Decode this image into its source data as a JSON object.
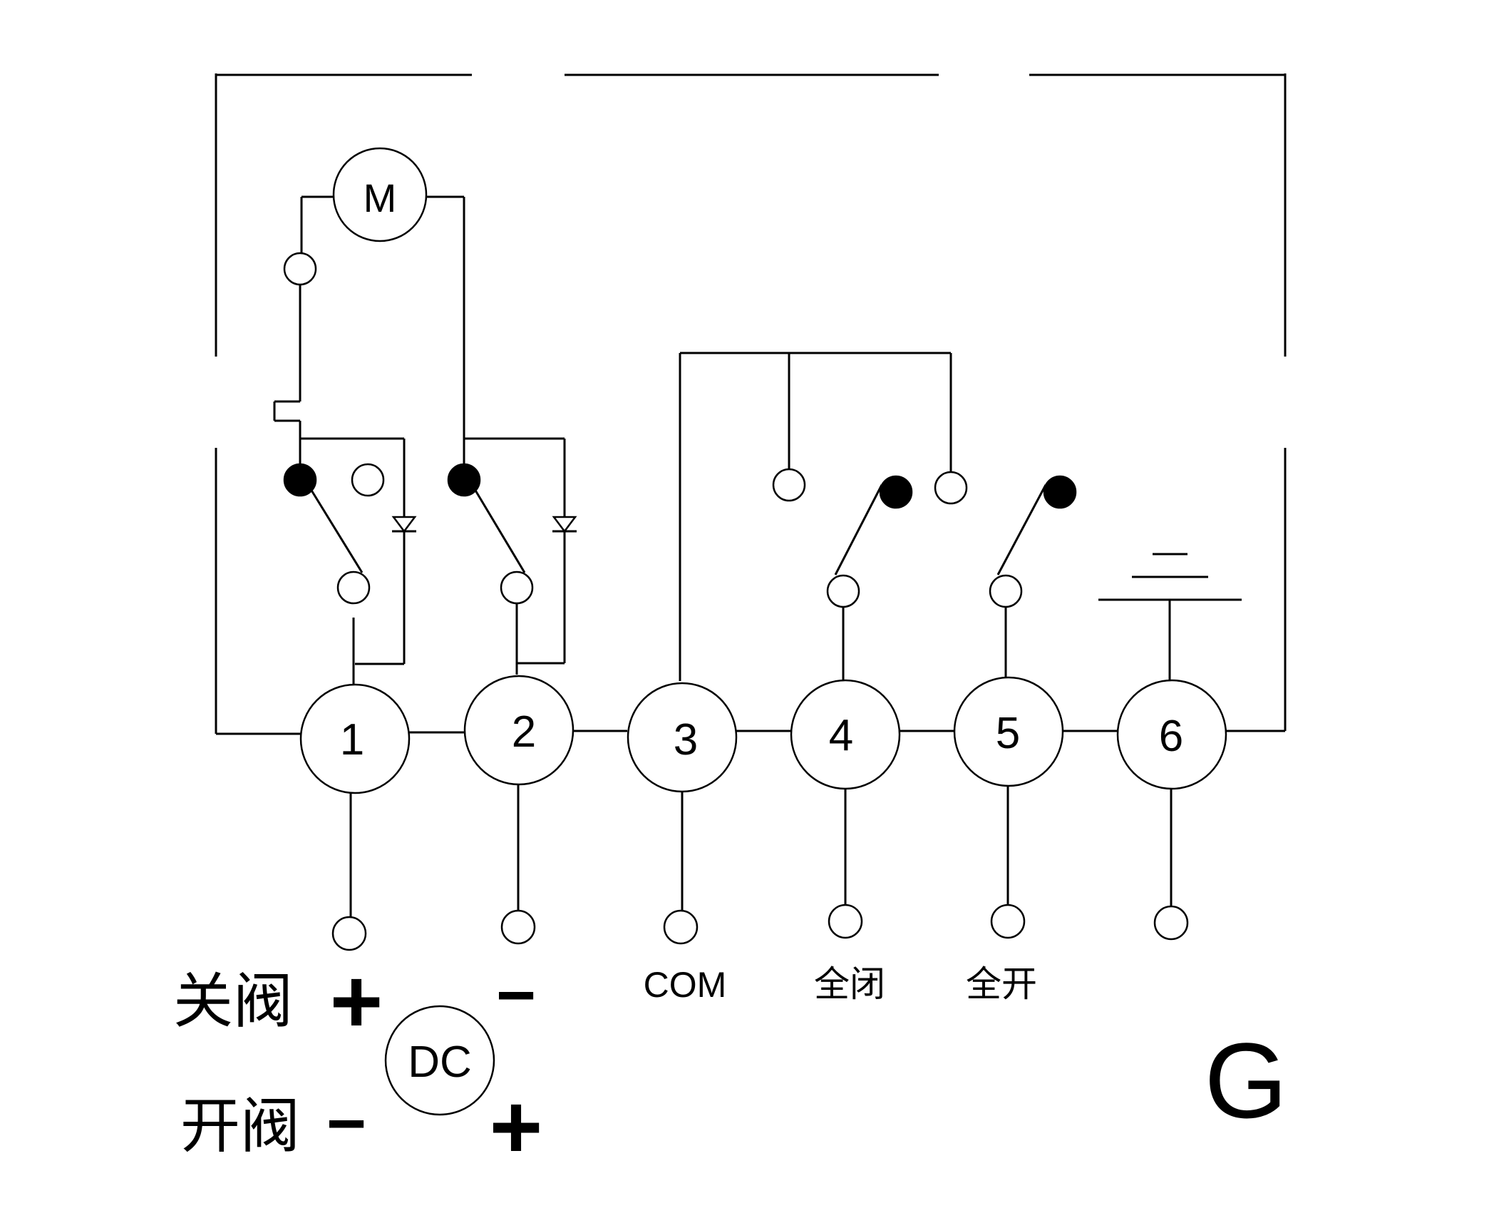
{
  "figure_letter": "G",
  "motor_label": "M",
  "terminals": [
    {
      "number": "1",
      "label": ""
    },
    {
      "number": "2",
      "label": ""
    },
    {
      "number": "3",
      "label": "COM"
    },
    {
      "number": "4",
      "label": "全闭"
    },
    {
      "number": "5",
      "label": "全开"
    },
    {
      "number": "6",
      "label": ""
    }
  ],
  "power_supply": {
    "label": "DC",
    "close_valve": {
      "label": "关阀",
      "t1_polarity": "+",
      "t2_polarity": "−"
    },
    "open_valve": {
      "label": "开阀",
      "t1_polarity": "−",
      "t2_polarity": "+"
    }
  }
}
